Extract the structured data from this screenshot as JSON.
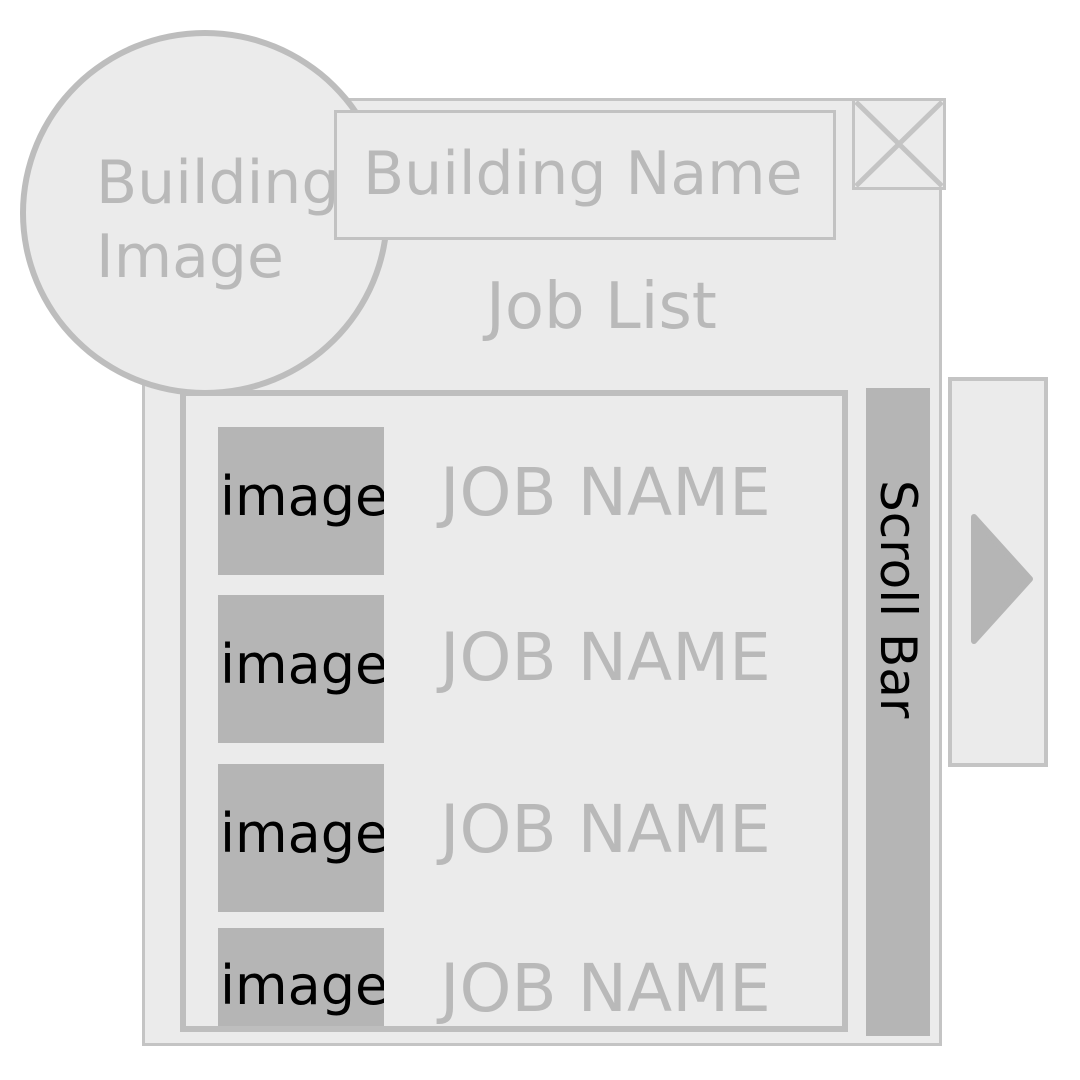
{
  "header": {
    "building_image_label": "Building\nImage",
    "building_name": "Building Name",
    "close_icon": "close-icon"
  },
  "job_list": {
    "title": "Job List",
    "items": [
      {
        "image_label": "image",
        "name": "JOB NAME"
      },
      {
        "image_label": "image",
        "name": "JOB NAME"
      },
      {
        "image_label": "image",
        "name": "JOB NAME"
      },
      {
        "image_label": "image",
        "name": "JOB NAME"
      }
    ],
    "scrollbar_label": "Scroll Bar"
  },
  "navigation": {
    "next_icon": "chevron-right-icon"
  },
  "colors": {
    "panel_background": "#ebebeb",
    "border": "#c4c4c4",
    "placeholder_text": "#b9b9b9",
    "thumbnail_fill": "#b5b5b5"
  }
}
